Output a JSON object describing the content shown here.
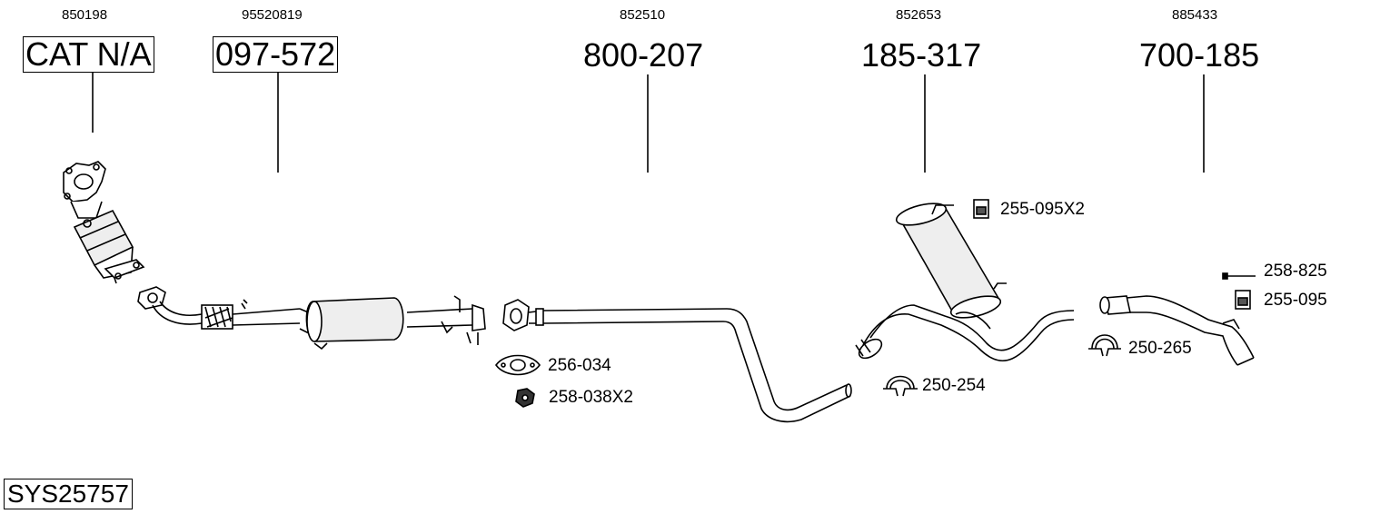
{
  "diagram": {
    "system_code": "SYS25757",
    "parts": [
      {
        "oem": "850198",
        "number": "CAT N/A",
        "boxed": true
      },
      {
        "oem": "95520819",
        "number": "097-572",
        "boxed": true
      },
      {
        "oem": "852510",
        "number": "800-207",
        "boxed": false
      },
      {
        "oem": "852653",
        "number": "185-317",
        "boxed": false
      },
      {
        "oem": "885433",
        "number": "700-185",
        "boxed": false
      }
    ],
    "accessories": [
      {
        "number": "255-095X2",
        "icon": "rubber-mount-icon"
      },
      {
        "number": "258-825",
        "icon": "bolt-icon"
      },
      {
        "number": "255-095",
        "icon": "rubber-mount-icon"
      },
      {
        "number": "256-034",
        "icon": "gasket-icon"
      },
      {
        "number": "258-038X2",
        "icon": "nut-icon"
      },
      {
        "number": "250-254",
        "icon": "clamp-icon"
      },
      {
        "number": "250-265",
        "icon": "clamp-icon"
      }
    ]
  }
}
